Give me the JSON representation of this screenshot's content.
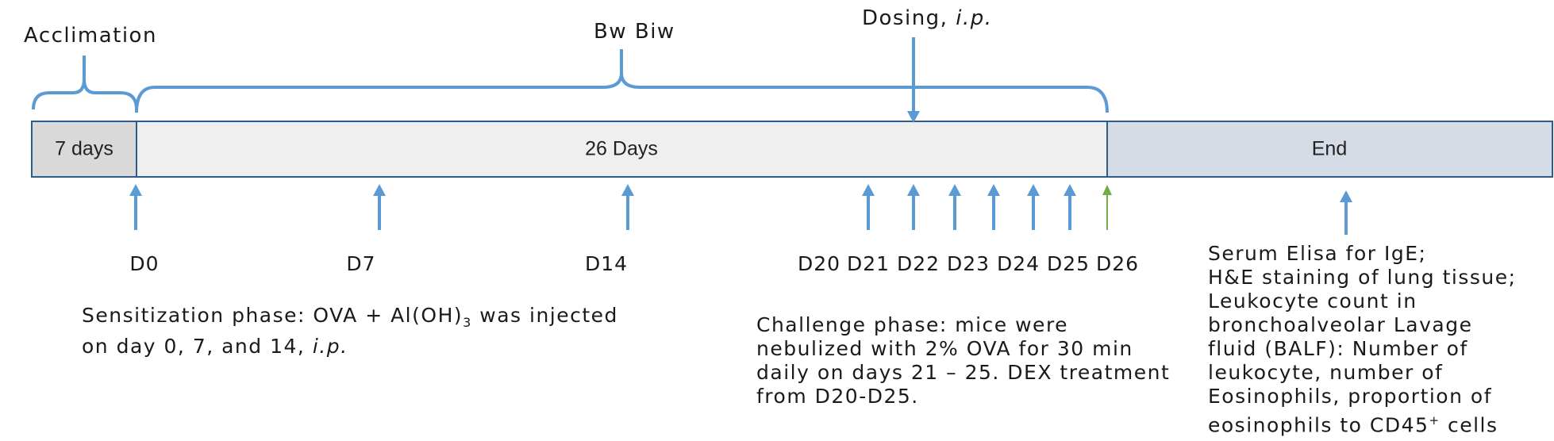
{
  "header_labels": {
    "acclimation": "Acclimation",
    "bw_biw": "Bw Biw",
    "dosing_prefix": "Dosing, ",
    "dosing_route": "i.p."
  },
  "segments": {
    "acclimation": "7 days",
    "main": "26 Days",
    "end": "End"
  },
  "days": {
    "d0": "D0",
    "d7": "D7",
    "d14": "D14",
    "d20": "D20",
    "d21": "D21",
    "d22": "D22",
    "d23": "D23",
    "d24": "D24",
    "d25": "D25",
    "d26": "D26"
  },
  "notes": {
    "sensitization_line1_a": "Sensitization phase: OVA + Al(OH)",
    "sensitization_sub": "3",
    "sensitization_line1_b": " was injected",
    "sensitization_line2_a": "on day 0, 7, and 14, ",
    "sensitization_line2_route": "i.p.",
    "challenge_lines": [
      "Challenge phase: mice were",
      "nebulized with 2% OVA for 30 min",
      "daily on days 21 – 25. DEX treatment",
      "from D20-D25."
    ],
    "end_lines_a": [
      "Serum Elisa for IgE;",
      "H&E staining of lung tissue;",
      "Leukocyte count in",
      "bronchoalveolar Lavage",
      "fluid (BALF): Number of",
      "leukocyte, number of",
      "Eosinophils, proportion of"
    ],
    "end_last_a": "eosinophils to CD45",
    "end_last_sup": "+",
    "end_last_b": " cells"
  },
  "colors": {
    "accent_blue": "#5b9bd5",
    "border_blue": "#2e5c8a",
    "acclimation_fill": "#d9d9d9",
    "main_fill": "#efefef",
    "end_fill": "#d6dce5",
    "green_arrow": "#70ad47"
  }
}
